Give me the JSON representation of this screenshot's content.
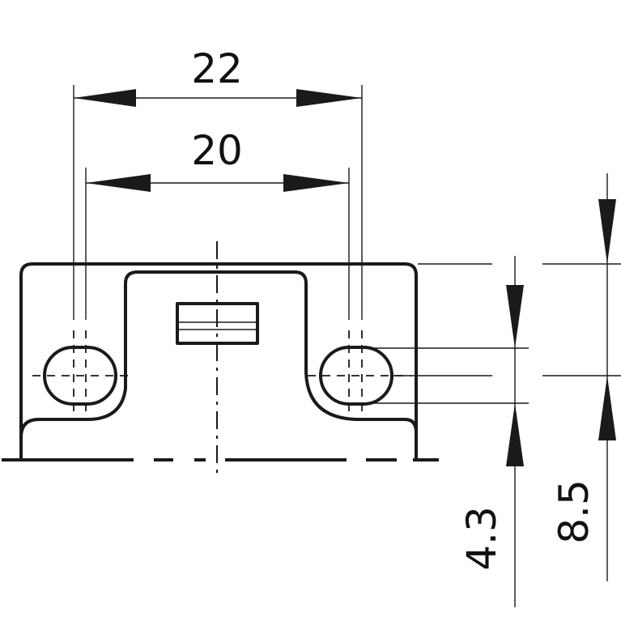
{
  "drawing": {
    "dimensions": {
      "outer_width": "22",
      "hole_spacing": "20",
      "slot_height": "4.3",
      "total_height": "8.5"
    },
    "line_color": "#1a1a1a",
    "background": "#ffffff"
  }
}
